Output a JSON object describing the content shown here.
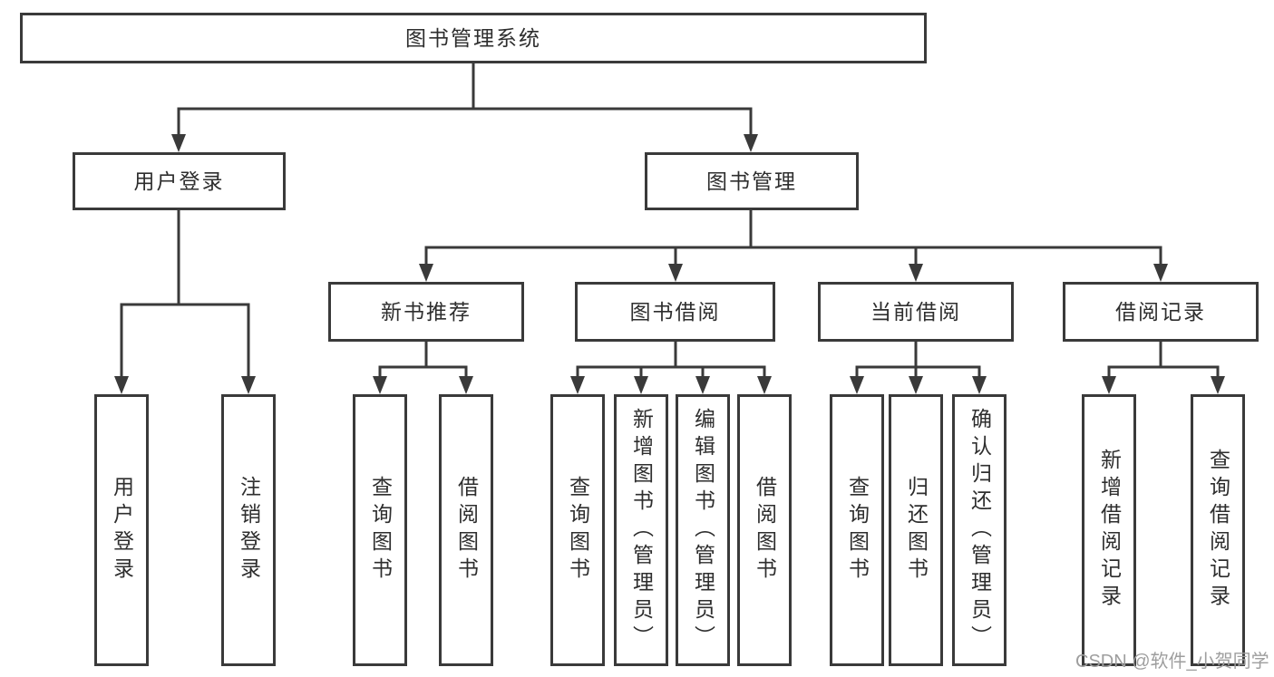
{
  "diagram": {
    "title": "图书管理系统",
    "colors": {
      "line": "#3a3a3a",
      "box_border": "#3a3a3a",
      "text": "#2e2e2e",
      "background": "#ffffff",
      "watermark": "#9e9e9e"
    },
    "level1": {
      "user_login": "用户登录",
      "book_management": "图书管理"
    },
    "level2": {
      "new_book_recommendation": "新书推荐",
      "book_borrowing": "图书借阅",
      "current_borrowing": "当前借阅",
      "borrowing_records": "借阅记录"
    },
    "leaves": {
      "user_login": "用户登录",
      "logout_login": "注销登录",
      "nb_query_books": "查询图书",
      "nb_borrow_books": "借阅图书",
      "bb_query_books": "查询图书",
      "bb_add_books_admin": "新增图书（管理员）",
      "bb_edit_books_admin": "编辑图书（管理员）",
      "bb_borrow_books": "借阅图书",
      "cb_query_books": "查询图书",
      "cb_return_books": "归还图书",
      "cb_confirm_return_admin": "确认归还（管理员）",
      "br_add_borrow_record": "新增借阅记录",
      "br_query_borrow_record": "查询借阅记录"
    }
  },
  "watermark": {
    "text": "CSDN @软件_小贺同学"
  }
}
